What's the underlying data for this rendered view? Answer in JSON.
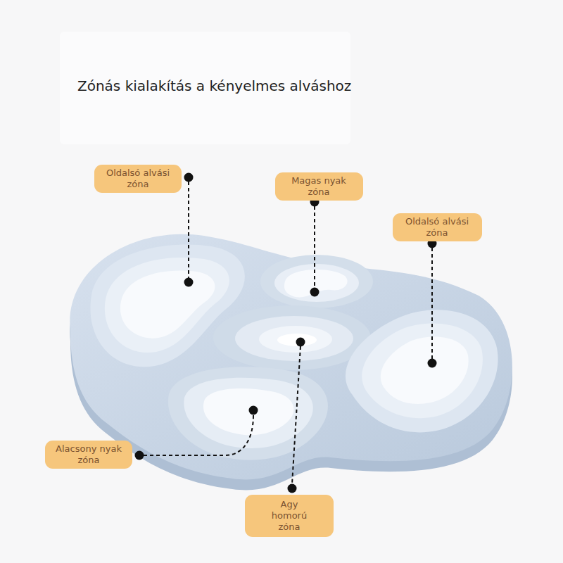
{
  "diagram": {
    "title": "Zónás kialakítás a kényelmes alváshoz",
    "nodes": [
      {
        "text": [
          "Oldalsó alvási zóna"
        ]
      },
      {
        "text": [
          "Magas nyak zóna"
        ]
      },
      {
        "text": [
          "Oldalsó alvási zóna"
        ]
      },
      {
        "text": [
          "Alacsony nyak zóna"
        ]
      },
      {
        "text": [
          "Agy homorú zóna"
        ]
      }
    ]
  }
}
